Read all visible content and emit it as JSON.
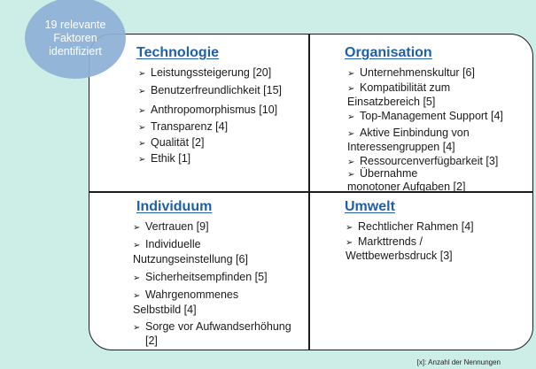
{
  "badge": {
    "line1": "19 relevante",
    "line2": "Faktoren",
    "line3": "identifiziert"
  },
  "arrow_glyph": "➢",
  "quadrants": {
    "technologie": {
      "title": "Technologie",
      "items": [
        "Leistungssteigerung [20]",
        "Benutzerfreundlichkeit [15]",
        "Anthropomorphismus [10]",
        "Transparenz [4]",
        "Qualität [2]",
        "Ethik [1]"
      ]
    },
    "organisation": {
      "title": "Organisation",
      "items": [
        "Unternehmenskultur [6]",
        "Kompatibilität zum",
        "Einsatzbereich [5]",
        "Top-Management Support [4]",
        "Aktive Einbindung von",
        "Interessengruppen [4]",
        "Ressourcenverfügbarkeit [3]",
        "Übernahme",
        "monotoner Aufgaben [2]"
      ]
    },
    "individuum": {
      "title": "Individuum",
      "items": [
        "Vertrauen [9]",
        "Individuelle",
        "Nutzungseinstellung [6]",
        "Sicherheitsempfinden [5]",
        "Wahrgenommenes",
        "Selbstbild [4]",
        "Sorge vor Aufwandserhöhung",
        "[2]"
      ]
    },
    "umwelt": {
      "title": "Umwelt",
      "items": [
        "Rechtlicher Rahmen [4]",
        "Markttrends /",
        "Wettbewerbsdruck [3]"
      ]
    }
  },
  "footnote": "[x]: Anzahl der Nennungen"
}
